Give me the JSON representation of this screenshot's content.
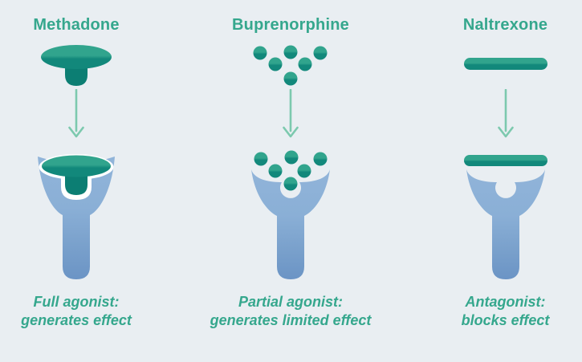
{
  "colors": {
    "background": "#E9EEF2",
    "text_green": "#35A78D",
    "drug_green_light": "#31A48D",
    "drug_green_dark": "#12887B",
    "drug_green_deep": "#0C7E73",
    "arrow_green": "#7CC9AE",
    "receptor_blue_light": "#91B4D9",
    "receptor_blue_dark": "#6B94C5",
    "gap_white": "#FFFFFF"
  },
  "columns": [
    {
      "title": "Methadone",
      "drug_icon": "mushroom-plug-icon",
      "receptor_icon": "receptor-bound-full-icon",
      "caption_line1": "Full agonist:",
      "caption_line2": "generates effect"
    },
    {
      "title": "Buprenorphine",
      "drug_icon": "molecule-dots-icon",
      "receptor_icon": "receptor-bound-partial-icon",
      "caption_line1": "Partial agonist:",
      "caption_line2": "generates limited effect"
    },
    {
      "title": "Naltrexone",
      "drug_icon": "blocker-bar-icon",
      "receptor_icon": "receptor-blocked-icon",
      "caption_line1": "Antagonist:",
      "caption_line2": "blocks effect"
    }
  ],
  "arrow_icon": "down-arrow-icon"
}
